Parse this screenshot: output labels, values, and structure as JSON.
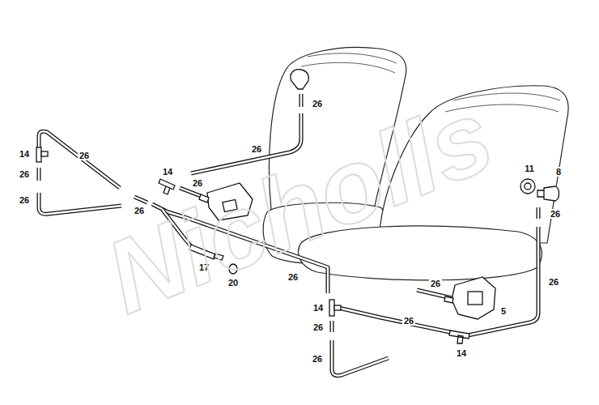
{
  "diagram": {
    "labels": [
      "26",
      "14",
      "26",
      "26",
      "26",
      "14",
      "26",
      "26",
      "26",
      "11",
      "8",
      "26",
      "17",
      "20",
      "26",
      "26",
      "26",
      "5",
      "14",
      "26",
      "26",
      "14",
      "26",
      "Nicholls"
    ]
  }
}
